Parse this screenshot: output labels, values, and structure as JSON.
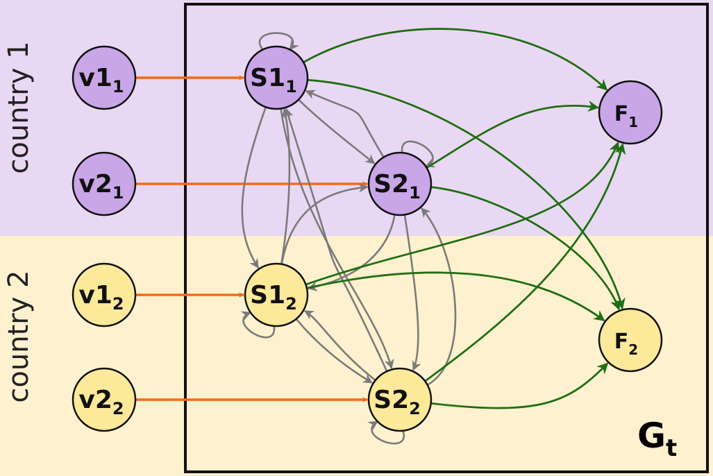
{
  "colors": {
    "band_top": "#e9d8f3",
    "band_bottom": "#fdf1cf",
    "node_purple": "#c9a6e8",
    "node_yellow": "#fde99a",
    "edge_orange": "#f56a12",
    "edge_gray": "#7a7a7a",
    "edge_green": "#1f6e12",
    "box_stroke": "#111111"
  },
  "bands": [
    {
      "id": "country-1",
      "label": "country 1"
    },
    {
      "id": "country-2",
      "label": "country 2"
    }
  ],
  "graph": {
    "label_main": "G",
    "label_sub": "t"
  },
  "nodes": [
    {
      "id": "v1_1",
      "main": "v1",
      "sub": "1",
      "group": "country-1"
    },
    {
      "id": "v2_1",
      "main": "v2",
      "sub": "1",
      "group": "country-1"
    },
    {
      "id": "v1_2",
      "main": "v1",
      "sub": "2",
      "group": "country-2"
    },
    {
      "id": "v2_2",
      "main": "v2",
      "sub": "2",
      "group": "country-2"
    },
    {
      "id": "S1_1",
      "main": "S1",
      "sub": "1",
      "group": "country-1"
    },
    {
      "id": "S2_1",
      "main": "S2",
      "sub": "1",
      "group": "country-1"
    },
    {
      "id": "S1_2",
      "main": "S1",
      "sub": "2",
      "group": "country-2"
    },
    {
      "id": "S2_2",
      "main": "S2",
      "sub": "2",
      "group": "country-2"
    },
    {
      "id": "F_1",
      "main": "F",
      "sub": "1",
      "group": "country-1"
    },
    {
      "id": "F_2",
      "main": "F",
      "sub": "2",
      "group": "country-2"
    }
  ],
  "edges": [
    {
      "from": "v1_1",
      "to": "S1_1",
      "kind": "orange"
    },
    {
      "from": "v2_1",
      "to": "S2_1",
      "kind": "orange"
    },
    {
      "from": "v1_2",
      "to": "S1_2",
      "kind": "orange"
    },
    {
      "from": "v2_2",
      "to": "S2_2",
      "kind": "orange"
    },
    {
      "from": "S1_1",
      "to": "S1_1",
      "kind": "gray"
    },
    {
      "from": "S2_1",
      "to": "S2_1",
      "kind": "gray"
    },
    {
      "from": "S1_2",
      "to": "S1_2",
      "kind": "gray"
    },
    {
      "from": "S2_2",
      "to": "S2_2",
      "kind": "gray"
    },
    {
      "from": "S1_1",
      "to": "S2_1",
      "kind": "gray"
    },
    {
      "from": "S2_1",
      "to": "S1_1",
      "kind": "gray"
    },
    {
      "from": "S1_1",
      "to": "S1_2",
      "kind": "gray"
    },
    {
      "from": "S1_2",
      "to": "S1_1",
      "kind": "gray"
    },
    {
      "from": "S1_1",
      "to": "S2_2",
      "kind": "gray"
    },
    {
      "from": "S2_2",
      "to": "S1_1",
      "kind": "gray"
    },
    {
      "from": "S2_1",
      "to": "S1_2",
      "kind": "gray"
    },
    {
      "from": "S1_2",
      "to": "S2_1",
      "kind": "gray"
    },
    {
      "from": "S2_1",
      "to": "S2_2",
      "kind": "gray"
    },
    {
      "from": "S2_2",
      "to": "S2_1",
      "kind": "gray"
    },
    {
      "from": "S1_2",
      "to": "S2_2",
      "kind": "gray"
    },
    {
      "from": "S2_2",
      "to": "S1_2",
      "kind": "gray"
    },
    {
      "from": "S1_1",
      "to": "F_1",
      "kind": "green"
    },
    {
      "from": "S1_1",
      "to": "F_2",
      "kind": "green"
    },
    {
      "from": "S2_1",
      "to": "F_1",
      "kind": "green"
    },
    {
      "from": "S2_1",
      "to": "F_2",
      "kind": "green"
    },
    {
      "from": "S1_2",
      "to": "F_1",
      "kind": "green"
    },
    {
      "from": "S1_2",
      "to": "F_2",
      "kind": "green"
    },
    {
      "from": "S2_2",
      "to": "F_1",
      "kind": "green"
    },
    {
      "from": "S2_2",
      "to": "F_2",
      "kind": "green"
    }
  ]
}
